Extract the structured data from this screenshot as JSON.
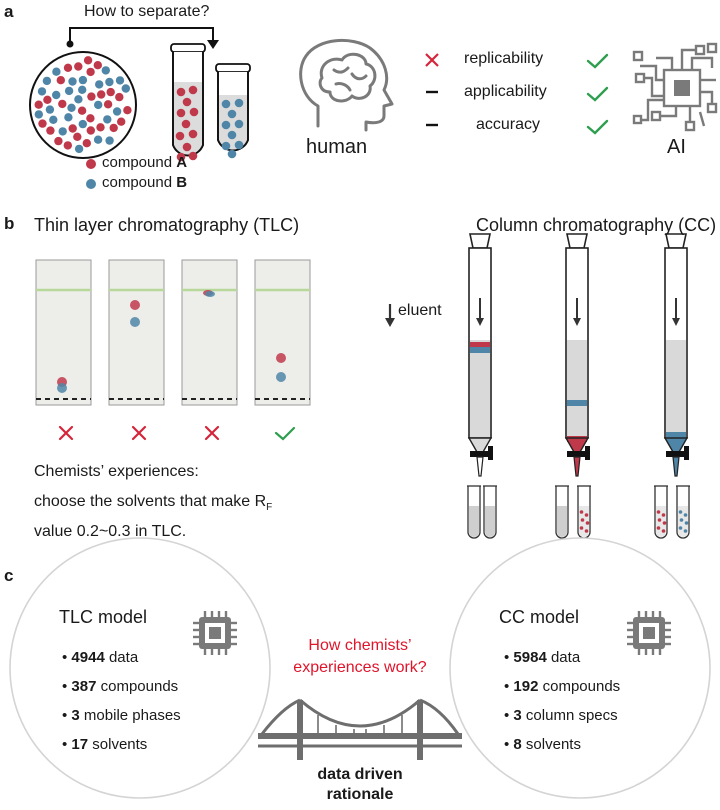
{
  "panel_a": {
    "letter": "a",
    "question": "How to separate?",
    "legend": [
      {
        "prefix": "compound ",
        "bold": "A",
        "color": "#c0394b"
      },
      {
        "prefix": "compound ",
        "bold": "B",
        "color": "#4f86a8"
      }
    ],
    "human_label": "human",
    "ai_label": "AI",
    "criteria": [
      {
        "label": "replicability",
        "human": "cross",
        "ai": "check"
      },
      {
        "label": "applicability",
        "human": "dash",
        "ai": "check"
      },
      {
        "label": "accuracy",
        "human": "dash",
        "ai": "check"
      }
    ],
    "icons": [
      "brain-head-icon",
      "circuit-chip-icon"
    ]
  },
  "panel_b": {
    "letter": "b",
    "tlc_title": "Thin layer chromatography (TLC)",
    "cc_title": "Column chromatography (CC)",
    "eluent_label": "eluent",
    "tlc_results": [
      "cross",
      "cross",
      "cross",
      "check"
    ],
    "experience_line1": "Chemists’ experiences:",
    "experience_line2": "choose the solvents that make R",
    "experience_sub": "F",
    "experience_line3": "value 0.2~0.3 in TLC."
  },
  "panel_c": {
    "letter": "c",
    "tlc_model": {
      "title": "TLC model",
      "items": [
        {
          "num": "4944",
          "text": " data"
        },
        {
          "num": "387",
          "text": " compounds"
        },
        {
          "num": "3",
          "text": " mobile phases"
        },
        {
          "num": "17",
          "text": " solvents"
        }
      ]
    },
    "cc_model": {
      "title": "CC model",
      "items": [
        {
          "num": "5984",
          "text": " data"
        },
        {
          "num": "192",
          "text": " compounds"
        },
        {
          "num": "3",
          "text": " column specs"
        },
        {
          "num": "8",
          "text": " solvents"
        }
      ]
    },
    "question_line1": "How chemists’",
    "question_line2": "experiences work?",
    "rationale_line1": "data driven",
    "rationale_line2": "rationale"
  },
  "colors": {
    "red": "#c0394b",
    "blue": "#4f86a8",
    "check_green": "#2e9e4f",
    "cross_red": "#d6243a",
    "question_red": "#e0142b",
    "gray_icon": "#7a7a7a"
  }
}
